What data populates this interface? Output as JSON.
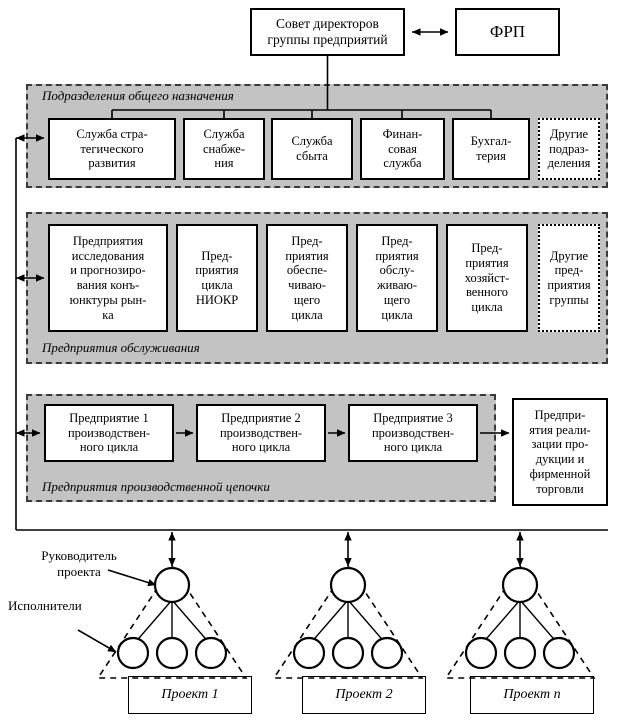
{
  "diagram": {
    "title_box": "Совет директоров группы предприятий",
    "frp_box": "ФРП",
    "sections": [
      {
        "label": "Подразделения общего назначения",
        "boxes": [
          "Служба стра-\nтегического\nразвития",
          "Служба\nснабже-\nния",
          "Служба\nсбыта",
          "Финан-\nсовая\nслужба",
          "Бухгал-\nтерия",
          "Другие\nподраз-\nделения"
        ]
      },
      {
        "label": "Предприятия обслуживания",
        "boxes": [
          "Предприятия\nисследования\nи прогнозиро-\nвания конъ-\nюнктуры рын-\nка",
          "Пред-\nприятия\nцикла\nНИОКР",
          "Пред-\nприятия\nобеспе-\nчиваю-\nщего\nцикла",
          "Пред-\nприятия\nобслу-\nживаю-\nщего\nцикла",
          "Пред-\nприятия\nхозяйст-\nвенного\nцикла",
          "Другие\nпред-\nприятия\nгруппы"
        ]
      },
      {
        "label": "Предприятия производственной цепочки",
        "boxes": [
          "Предприятие 1\nпроизводствен-\nного цикла",
          "Предприятие 2\nпроизводствен-\nного цикла",
          "Предприятие 3\nпроизводствен-\nного цикла"
        ]
      }
    ],
    "sales_box": "Предпри-\nятия реали-\nзации про-\nдукции и\nфирменной\nторговли",
    "annotations": {
      "manager": "Руководитель\nпроекта",
      "performers": "Исполнители"
    },
    "projects": [
      {
        "label": "Проект 1"
      },
      {
        "label": "Проект 2"
      },
      {
        "label": "Проект n"
      }
    ],
    "colors": {
      "panel_fill": "#c3c3c3",
      "panel_border": "#3a3a3a",
      "box_border": "#000000",
      "box_fill": "#ffffff",
      "line": "#000000"
    }
  }
}
